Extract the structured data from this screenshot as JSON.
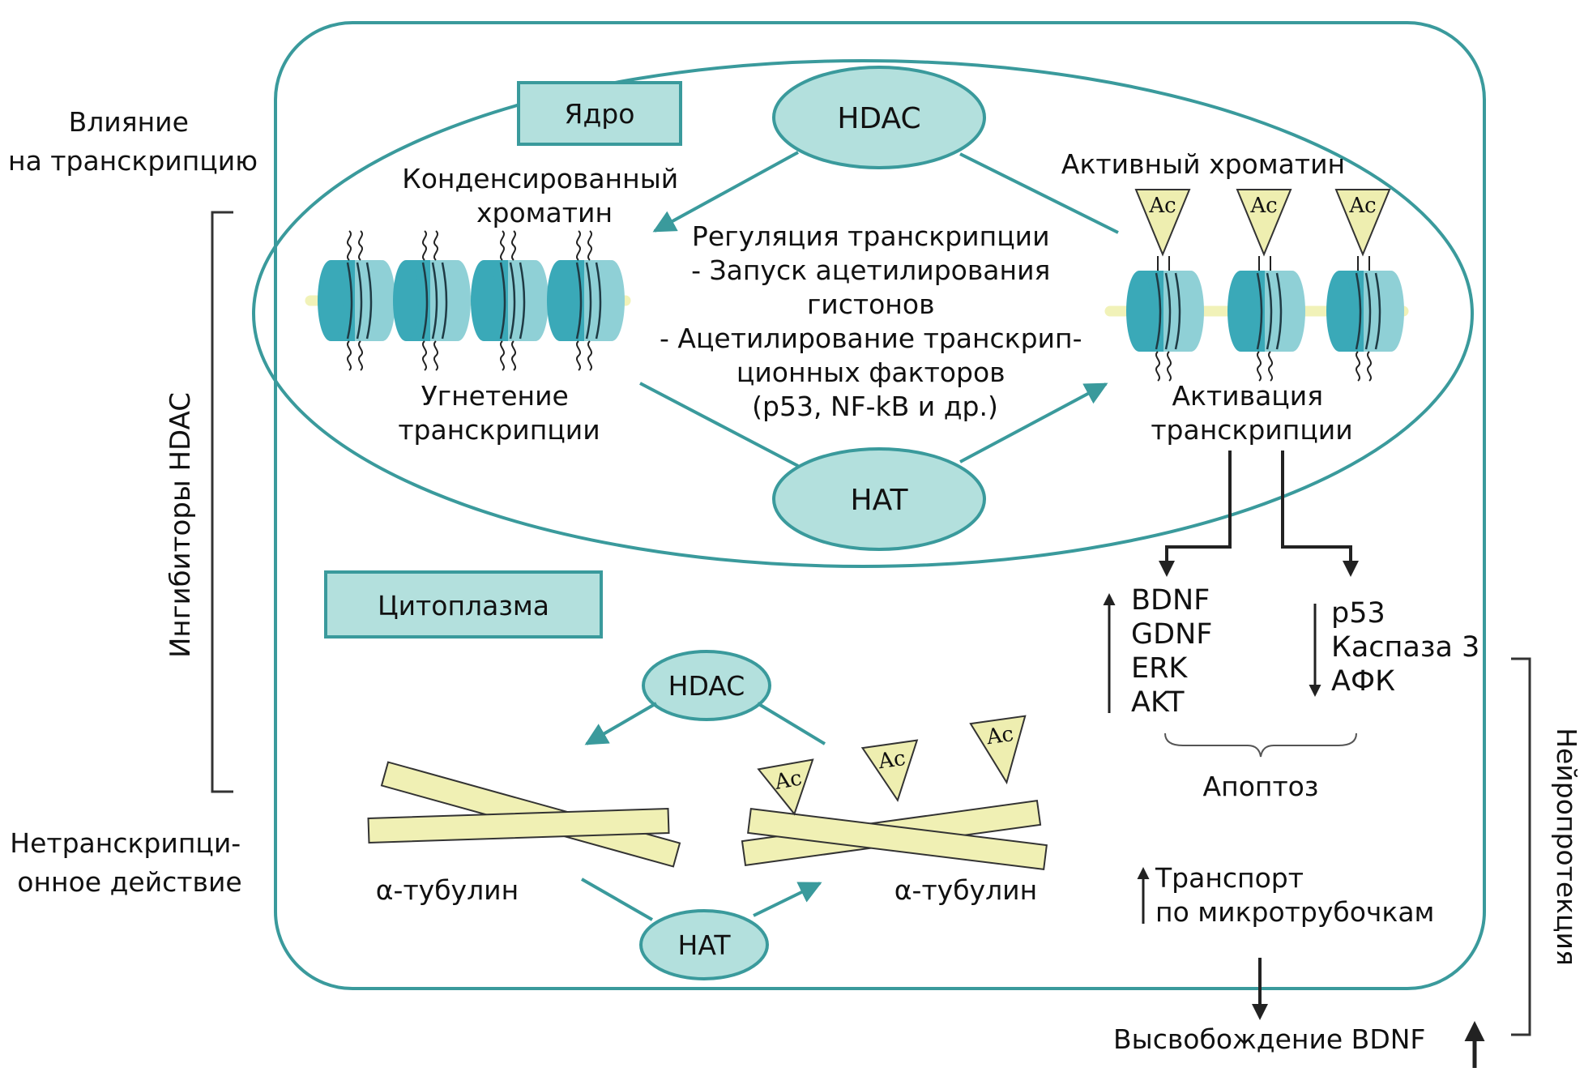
{
  "labels": {
    "influence_transcription": [
      "Влияние",
      "на транскрипцию"
    ],
    "hdac_inhibitors": "Ингибиторы HDAC",
    "nontranscriptional": [
      "Нетранскрипци-",
      "онное действие"
    ],
    "neuroprotection": "Нейропротекция"
  },
  "nucleus": {
    "title": "Ядро",
    "hdac": "HDAC",
    "hat": "HAT",
    "condensed_chromatin": [
      "Конденсированный",
      "хроматин"
    ],
    "active_chromatin": "Активный хроматин",
    "repression": [
      "Угнетение",
      "транскрипции"
    ],
    "activation": [
      "Активация",
      "транскрипции"
    ],
    "regulation": [
      "Регуляция транскрипции",
      "- Запуск ацетилирования",
      "гистонов",
      "- Ацетилирование транскрип-",
      "ционных факторов",
      "(p53, NF-kB и др.)"
    ],
    "acetyl_tag": "Ac"
  },
  "cytoplasm": {
    "title": "Цитоплазма",
    "hdac": "HDAC",
    "hat": "HAT",
    "tubulin_left": "α-тубулин",
    "tubulin_right": "α-тубулин",
    "acetyl_tag": "Ac"
  },
  "effects": {
    "up_list": [
      "BDNF",
      "GDNF",
      "ERK",
      "AKT"
    ],
    "down_list": [
      "p53",
      "Каспаза 3",
      "АФК"
    ],
    "apoptosis": "Апоптоз",
    "transport": [
      "Транспорт",
      "по микротрубочкам"
    ],
    "bdnf_release": "Высвобождение BDNF"
  },
  "colors": {
    "teal_stroke": "#3a9a9c",
    "teal_fill": "#b3e0dd",
    "nucleosome_dark": "#3aa9b8",
    "nucleosome_light": "#8fd0d6",
    "dna_yellow": "#f1f2b8",
    "tag_fill": "#eeeeb0",
    "tubulin_fill": "#f0f0b4"
  }
}
